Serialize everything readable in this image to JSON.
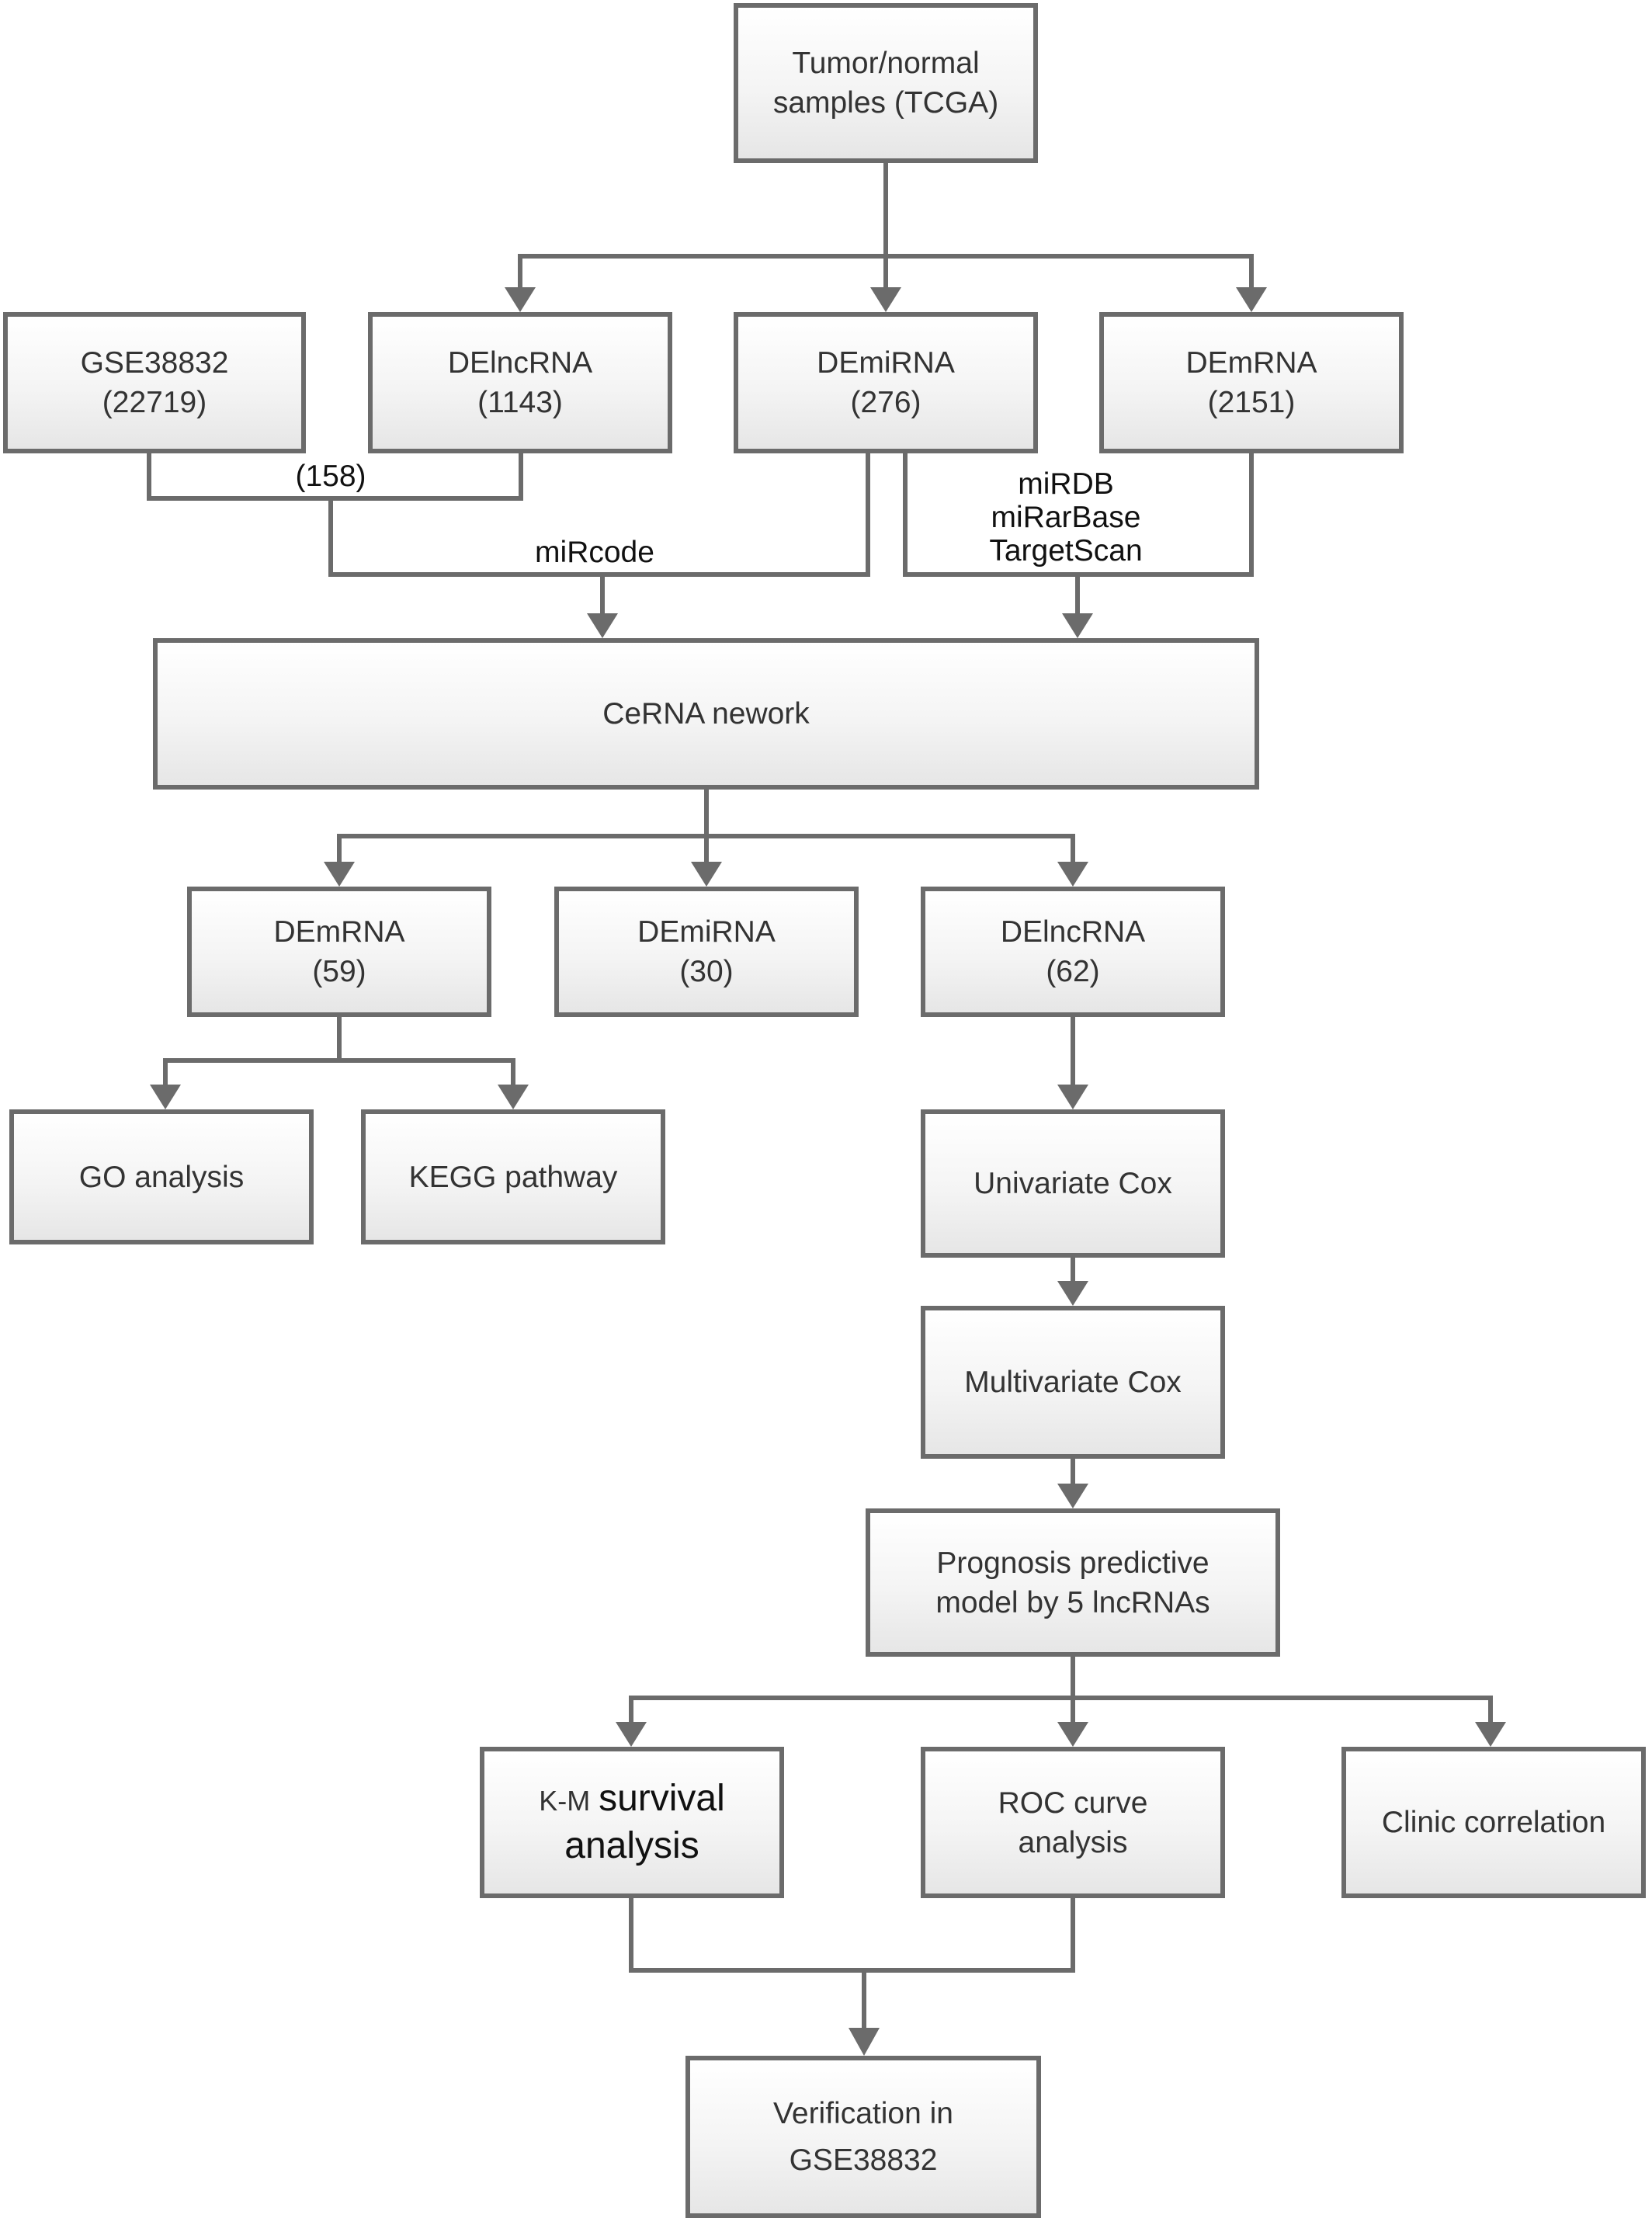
{
  "nodes": {
    "tcga": {
      "line1": "Tumor/normal",
      "line2": "samples (TCGA)"
    },
    "gse": {
      "line1": "GSE38832",
      "line2": "(22719)"
    },
    "delnc_top": {
      "line1": "DElncRNA",
      "line2": "(1143)"
    },
    "demi_top": {
      "line1": "DEmiRNA",
      "line2": "(276)"
    },
    "dem_top": {
      "line1": "DEmRNA",
      "line2": "(2151)"
    },
    "cerna": {
      "line1": "CeRNA nework"
    },
    "dem_mid": {
      "line1": "DEmRNA",
      "line2": "(59)"
    },
    "demi_mid": {
      "line1": "DEmiRNA",
      "line2": "(30)"
    },
    "delnc_mid": {
      "line1": "DElncRNA",
      "line2": "(62)"
    },
    "go": {
      "line1": "GO analysis"
    },
    "kegg": {
      "line1": "KEGG pathway"
    },
    "unicox": {
      "line1": "Univariate Cox"
    },
    "multicox": {
      "line1": "Multivariate Cox"
    },
    "model": {
      "line1": "Prognosis predictive",
      "line2": "model by 5 lncRNAs"
    },
    "km": {
      "prefix": "K-M",
      "line1": "survival",
      "line2": "analysis"
    },
    "roc": {
      "line1": "ROC curve",
      "line2": "analysis"
    },
    "clinic": {
      "line1": "Clinic correlation"
    },
    "verify": {
      "line1": "Verification in",
      "line2": "GSE38832"
    }
  },
  "edge_labels": {
    "overlap": "(158)",
    "mircode": "miRcode",
    "mirdb": "miRDB",
    "mirarbase": "miRarBase",
    "targetscan": "TargetScan"
  },
  "colors": {
    "connector": "#6b6b6b",
    "box_border": "#6b6b6b",
    "box_fill_top": "#ffffff",
    "box_fill_bottom": "#e6e6e6",
    "text": "#333333"
  }
}
